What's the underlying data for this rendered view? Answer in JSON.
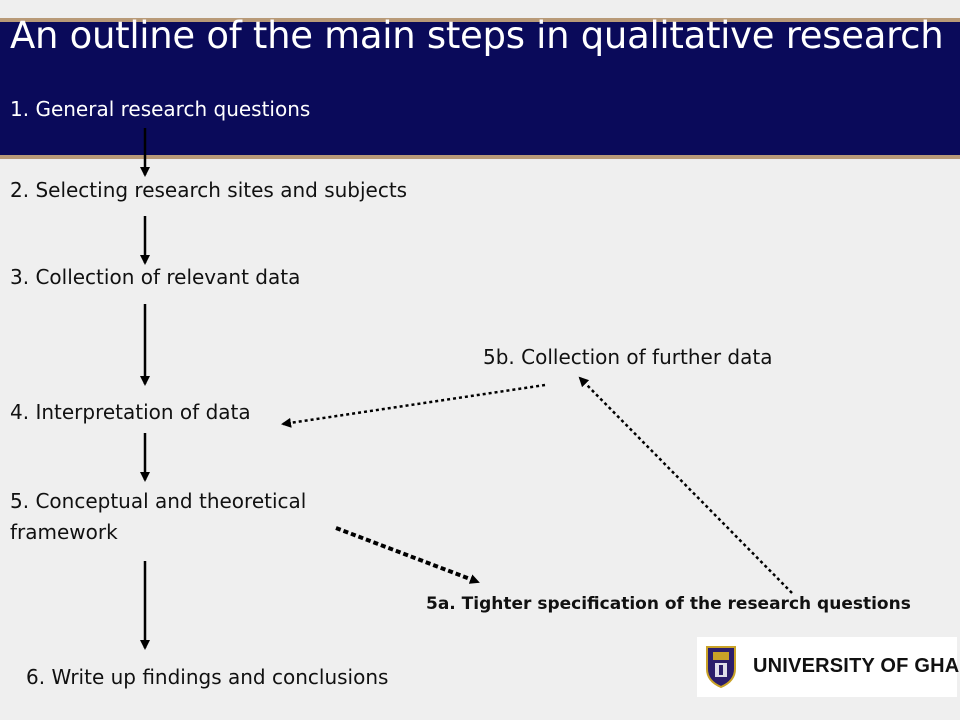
{
  "slide": {
    "title": "An outline of the main steps in qualitative research",
    "steps": [
      "1. General research questions",
      "2. Selecting research sites and subjects",
      "3. Collection of relevant data",
      "4. Interpretation of data",
      "5. Conceptual and theoretical",
      "framework",
      "6. Write up findings and conclusions"
    ],
    "step_5a": "5a. Tighter specification of the research questions",
    "step_5b": "5b. Collection of further data"
  },
  "logo": {
    "text": "UNIVERSITY OF GHANA"
  },
  "colors": {
    "banner": "#0a0a5a",
    "stripe": "#b89a78",
    "background": "#efefef"
  }
}
